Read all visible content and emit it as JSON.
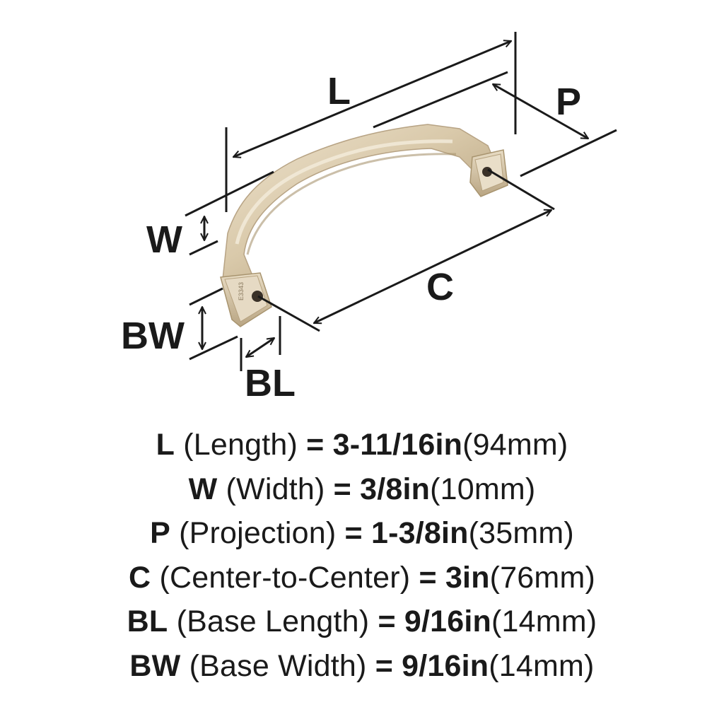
{
  "diagram": {
    "title": "Cabinet pull dimension diagram",
    "product_finish_color": "#d8c8ab",
    "line_color": "#1a1a1a",
    "labels": {
      "L": "L",
      "P": "P",
      "W": "W",
      "C": "C",
      "BW": "BW",
      "BL": "BL"
    }
  },
  "specs": [
    {
      "code": "L",
      "name": "(Length)",
      "equals": "=",
      "imperial": "3-11/16in",
      "metric": "(94mm)"
    },
    {
      "code": "W",
      "name": "(Width)",
      "equals": "=",
      "imperial": "3/8in",
      "metric": "(10mm)"
    },
    {
      "code": "P",
      "name": "(Projection)",
      "equals": "=",
      "imperial": "1-3/8in",
      "metric": "(35mm)"
    },
    {
      "code": "C",
      "name": "(Center-to-Center)",
      "equals": "=",
      "imperial": "3in",
      "metric": "(76mm)"
    },
    {
      "code": "BL",
      "name": "(Base Length)",
      "equals": "=",
      "imperial": "9/16in",
      "metric": "(14mm)"
    },
    {
      "code": "BW",
      "name": "(Base Width)",
      "equals": "=",
      "imperial": "9/16in",
      "metric": "(14mm)"
    }
  ]
}
